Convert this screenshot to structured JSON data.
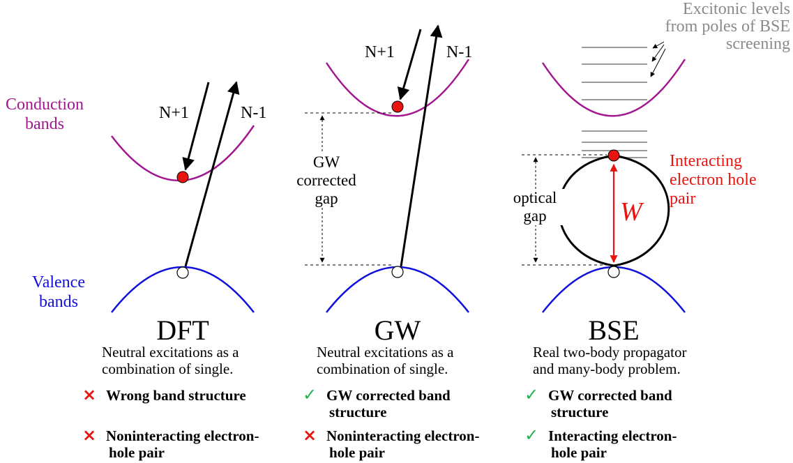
{
  "side_labels": {
    "conduction": [
      "Conduction",
      "bands"
    ],
    "valence": [
      "Valence",
      "bands"
    ]
  },
  "colors": {
    "conduction_band": "#a2168f",
    "valence_band": "#1010dd",
    "electron": "#e8140f",
    "interaction": "#e8140f",
    "cross": "#e8140f",
    "check": "#22b24c",
    "excitonic_levels": "#9a9a9a"
  },
  "panels": {
    "dft": {
      "title": "DFT",
      "arrow_in": "N+1",
      "arrow_out": "N-1",
      "description": [
        "Neutral excitations as a",
        "combination of single."
      ],
      "points": [
        {
          "status": "cross",
          "icon": "cross-icon",
          "symbol": "×",
          "lines": [
            "Wrong band structure"
          ]
        },
        {
          "status": "cross",
          "icon": "cross-icon",
          "symbol": "×",
          "lines": [
            "Noninteracting electron-",
            "hole pair"
          ]
        }
      ]
    },
    "gw": {
      "title": "GW",
      "arrow_in": "N+1",
      "arrow_out": "N-1",
      "gap_label": [
        "GW",
        "corrected",
        "gap"
      ],
      "description": [
        "Neutral excitations as a",
        "combination of single."
      ],
      "points": [
        {
          "status": "check",
          "icon": "check-icon",
          "symbol": "✓",
          "lines": [
            "GW corrected band",
            "structure"
          ]
        },
        {
          "status": "cross",
          "icon": "cross-icon",
          "symbol": "×",
          "lines": [
            "Noninteracting electron-",
            "hole pair"
          ]
        }
      ]
    },
    "bse": {
      "title": "BSE",
      "gap_label": [
        "optical",
        "gap"
      ],
      "excitonic_note": [
        "Excitonic levels",
        "from poles of BSE",
        "screening"
      ],
      "interaction_label": [
        "Interacting",
        "electron hole",
        "pair"
      ],
      "interaction_symbol": "W",
      "description": [
        "Real two-body propagator",
        "and many-body problem."
      ],
      "points": [
        {
          "status": "check",
          "icon": "check-icon",
          "symbol": "✓",
          "lines": [
            "GW corrected band",
            "structure"
          ]
        },
        {
          "status": "check",
          "icon": "check-icon",
          "symbol": "✓",
          "lines": [
            "Interacting electron-",
            "hole pair"
          ]
        }
      ]
    }
  }
}
